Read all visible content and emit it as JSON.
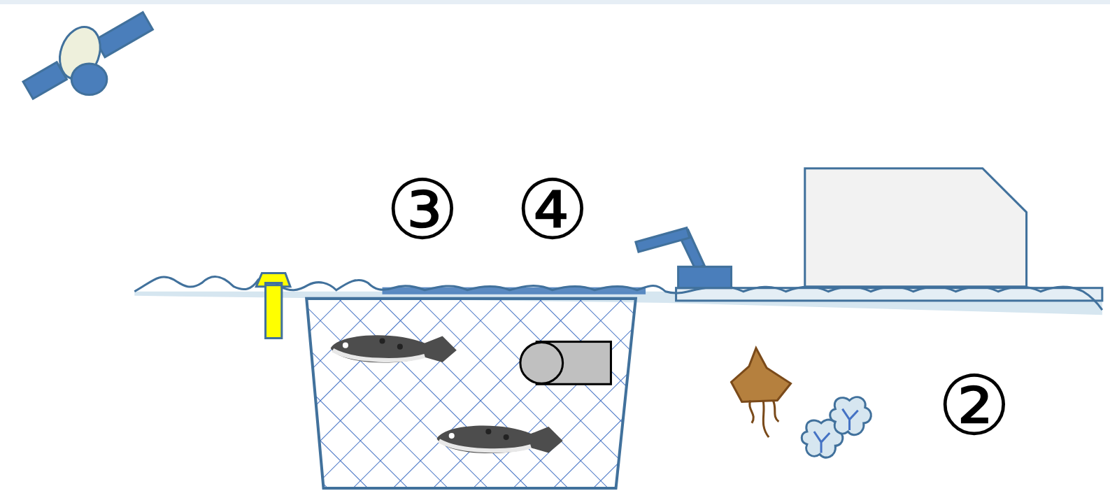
{
  "diagram": {
    "labels": [
      "③",
      "④",
      "②"
    ]
  }
}
